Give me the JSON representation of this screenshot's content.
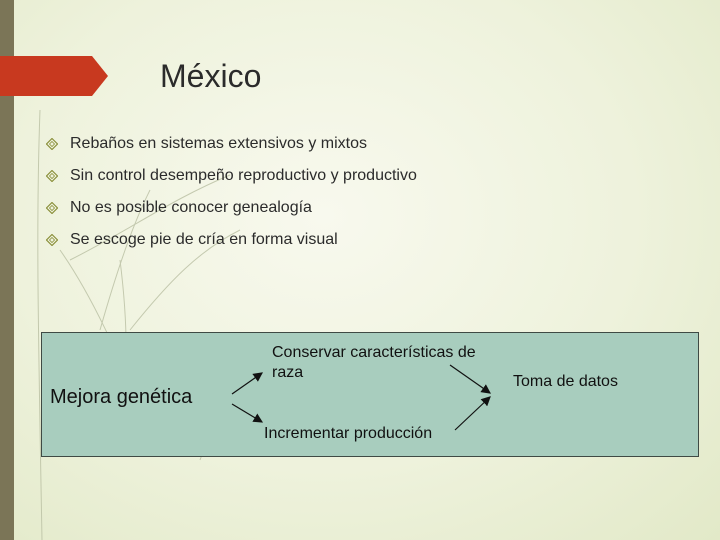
{
  "slide": {
    "title": "México",
    "bullets": [
      {
        "text": "Rebaños en sistemas extensivos y mixtos",
        "icon": "diamond-bullet-icon"
      },
      {
        "text": "Sin control desempeño reproductivo y productivo",
        "icon": "diamond-bullet-icon"
      },
      {
        "text": "No es posible conocer genealogía",
        "icon": "diamond-bullet-icon"
      },
      {
        "text": "Se escoge pie de cría en forma visual",
        "icon": "diamond-bullet-icon"
      }
    ],
    "diagram": {
      "mejora": "Mejora genética",
      "conservar": "Conservar características de raza",
      "incrementar": "Incrementar producción",
      "toma": "Toma de datos"
    },
    "colors": {
      "accent_tab": "#c8391f",
      "diagram_fill": "#a8cdbe",
      "side_band": "#7b7557"
    }
  }
}
